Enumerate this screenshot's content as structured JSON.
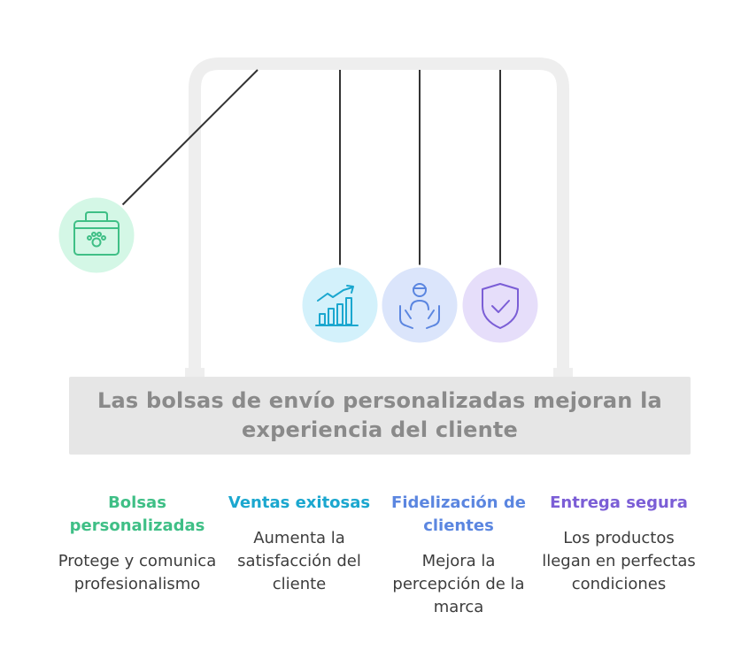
{
  "banner": {
    "text": "Las bolsas de envío personalizadas mejoran la experiencia del cliente"
  },
  "items": [
    {
      "title": "Bolsas personalizadas",
      "description": "Protege y comunica profesionalismo",
      "icon": "pet-bag-icon",
      "color": "#3fbf86",
      "fill": "#d4f7e6"
    },
    {
      "title": "Ventas exitosas",
      "description": "Aumenta la satisfacción del cliente",
      "icon": "growth-chart-icon",
      "color": "#1ba7cf",
      "fill": "#d3f1fb"
    },
    {
      "title": "Fidelización de clientes",
      "description": "Mejora la percepción de la marca",
      "icon": "customer-care-icon",
      "color": "#5b86e0",
      "fill": "#dbe5fb"
    },
    {
      "title": "Entrega segura",
      "description": "Los productos llegan en perfectas condiciones",
      "icon": "shield-check-icon",
      "color": "#7b5ed6",
      "fill": "#e6defa"
    }
  ]
}
